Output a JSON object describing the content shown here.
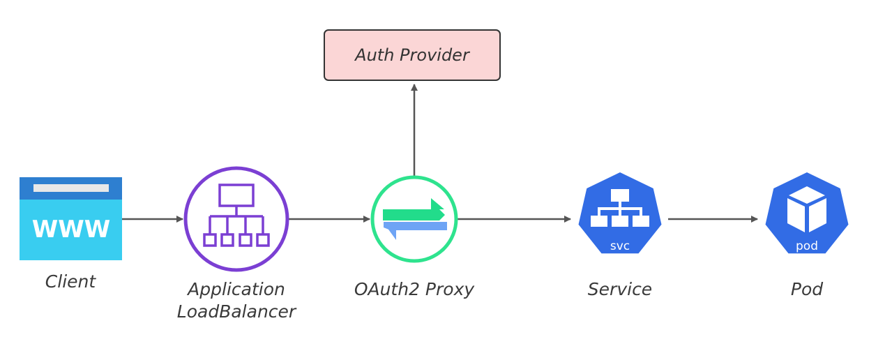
{
  "nodes": {
    "auth_provider": {
      "label": "Auth Provider"
    },
    "client": {
      "label": "Client",
      "icon": "browser-www-icon",
      "icon_text": "WWW"
    },
    "alb": {
      "label_lines": [
        "Application",
        "LoadBalancer"
      ],
      "icon": "load-balancer-icon"
    },
    "oauth_proxy": {
      "label": "OAuth2 Proxy",
      "icon": "proxy-arrows-icon"
    },
    "service": {
      "label": "Service",
      "icon": "kubernetes-service-icon",
      "badge": "svc"
    },
    "pod": {
      "label": "Pod",
      "icon": "kubernetes-pod-icon",
      "badge": "pod"
    }
  },
  "edges": [
    {
      "from": "Client",
      "to": "Application LoadBalancer"
    },
    {
      "from": "Application LoadBalancer",
      "to": "OAuth2 Proxy"
    },
    {
      "from": "OAuth2 Proxy",
      "to": "Auth Provider"
    },
    {
      "from": "OAuth2 Proxy",
      "to": "Service"
    },
    {
      "from": "Service",
      "to": "Pod"
    }
  ],
  "colors": {
    "edge": "#555555",
    "auth_fill": "#fbd6d6",
    "browser_frame": "#2e7fd0",
    "browser_body": "#39cdf0",
    "alb_stroke": "#7b3fd3",
    "proxy_ring": "#2ee38e",
    "proxy_green": "#22dc8b",
    "proxy_blue": "#6ea4f5",
    "k8s_blue": "#326ce5"
  }
}
